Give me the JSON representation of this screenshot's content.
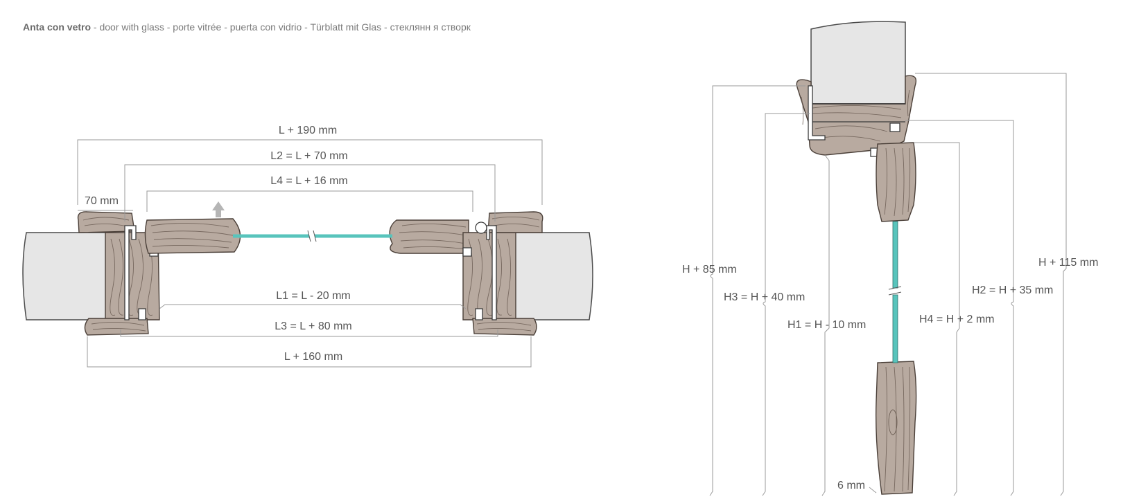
{
  "caption": {
    "bold": "Anta con vetro",
    "rest": " - door with glass - porte vitrée - puerta con vidrio - Türblatt mit Glas - стеклянн  я створк"
  },
  "plan": {
    "l190": "L + 190 mm",
    "l2": "L2 = L + 70 mm",
    "l4": "L4 = L + 16 mm",
    "w70": "70 mm",
    "l1": "L1 = L - 20 mm",
    "l3": "L3 = L + 80 mm",
    "l160": "L + 160 mm"
  },
  "section": {
    "h85": "H + 85 mm",
    "h3": "H3 = H + 40 mm",
    "h1": "H1 = H - 10 mm",
    "h4": "H4 = H + 2 mm",
    "h2": "H2 = H + 35 mm",
    "h115": "H + 115 mm",
    "mm6": "6 mm"
  },
  "colors": {
    "glass": "#58c4bc",
    "wood": "#b8aaa0",
    "wall": "#e6e6e6"
  }
}
